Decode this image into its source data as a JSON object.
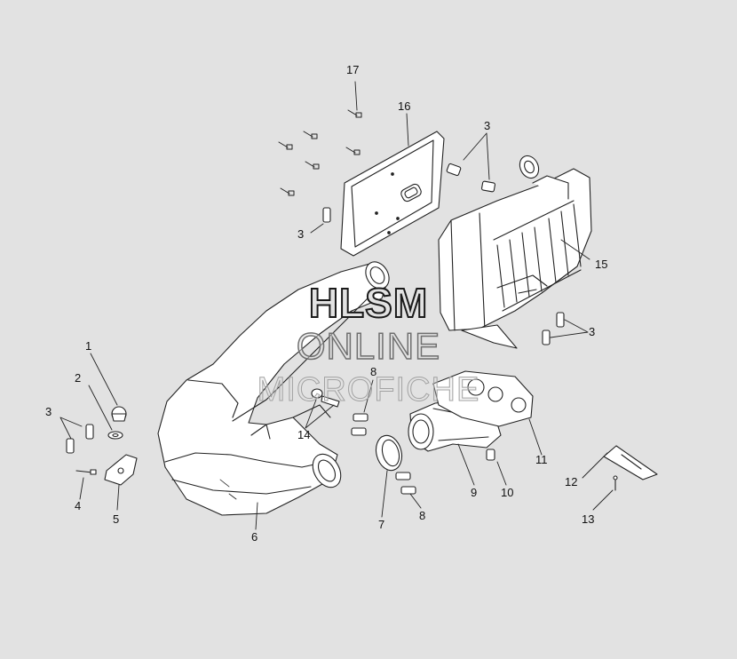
{
  "callouts": [
    {
      "id": "c1",
      "label": "1"
    },
    {
      "id": "c2",
      "label": "2"
    },
    {
      "id": "c3a",
      "label": "3"
    },
    {
      "id": "c3b",
      "label": "3"
    },
    {
      "id": "c3c",
      "label": "3"
    },
    {
      "id": "c3d",
      "label": "3"
    },
    {
      "id": "c4",
      "label": "4"
    },
    {
      "id": "c5",
      "label": "5"
    },
    {
      "id": "c6",
      "label": "6"
    },
    {
      "id": "c7",
      "label": "7"
    },
    {
      "id": "c8a",
      "label": "8"
    },
    {
      "id": "c8b",
      "label": "8"
    },
    {
      "id": "c9",
      "label": "9"
    },
    {
      "id": "c10",
      "label": "10"
    },
    {
      "id": "c11",
      "label": "11"
    },
    {
      "id": "c12",
      "label": "12"
    },
    {
      "id": "c13",
      "label": "13"
    },
    {
      "id": "c14",
      "label": "14"
    },
    {
      "id": "c15",
      "label": "15"
    },
    {
      "id": "c16",
      "label": "16"
    },
    {
      "id": "c17",
      "label": "17"
    }
  ],
  "watermark": {
    "line1": "HLSM",
    "line2": "ONLINE",
    "line3": "MICROFICHE"
  },
  "colors": {
    "background": "#e2e2e2",
    "linework": "#222222",
    "part_fill": "#ffffff"
  }
}
